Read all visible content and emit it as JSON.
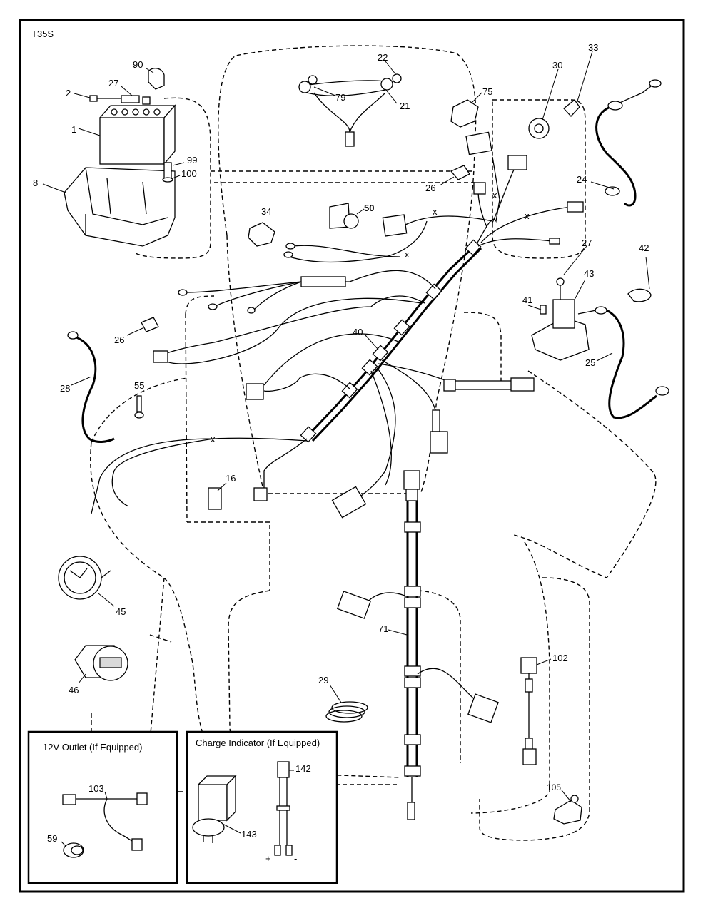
{
  "diagram_code": "T35S",
  "inset_12v": {
    "title": "12V Outlet (If Equipped)"
  },
  "inset_charge": {
    "title": "Charge Indicator (If Equipped)"
  },
  "callouts": {
    "c90": "90",
    "c2": "2",
    "c27a": "27",
    "c1": "1",
    "c99": "99",
    "c100": "100",
    "c8": "8",
    "c22": "22",
    "c79": "79",
    "c21": "21",
    "c75": "75",
    "c30": "30",
    "c33": "33",
    "c26a": "26",
    "c24": "24",
    "c50": "50",
    "c34": "34",
    "c27b": "27",
    "c42": "42",
    "c43": "43",
    "c41": "41",
    "c25": "25",
    "c40": "40",
    "c26b": "26",
    "c28": "28",
    "c55": "55",
    "c16": "16",
    "c45": "45",
    "c71": "71",
    "c29": "29",
    "c102": "102",
    "c46": "46",
    "c103": "103",
    "c59": "59",
    "c142": "142",
    "c143": "143",
    "c105": "105"
  },
  "terminal_marks": {
    "plus": "+",
    "minus": "-"
  }
}
